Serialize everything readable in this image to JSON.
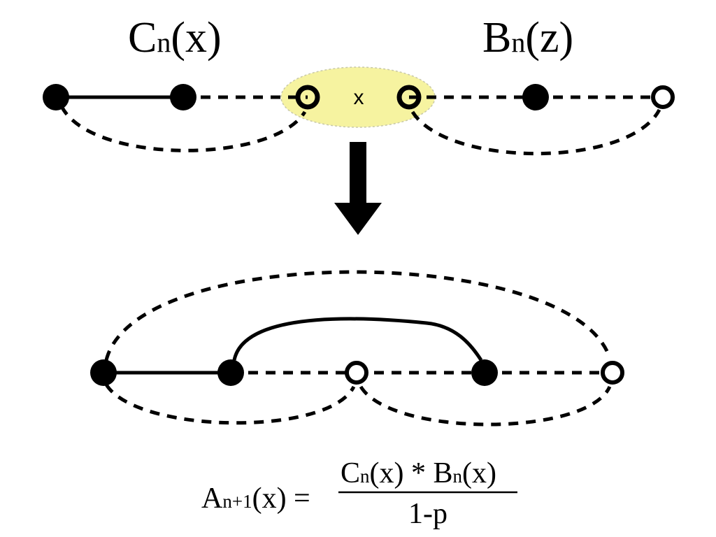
{
  "labels": {
    "c": {
      "main": "C",
      "sub": "n",
      "arg": "(x)"
    },
    "b": {
      "main": "B",
      "sub": "n",
      "arg": "(z)"
    },
    "merge_marker": "x"
  },
  "formula": {
    "lhs_main": "A",
    "lhs_sub": "n+1",
    "lhs_arg": "(x) =",
    "num_c_main": "C",
    "num_c_sub": "n",
    "num_c_arg": "(x) * ",
    "num_b_main": "B",
    "num_b_sub": "n",
    "num_b_arg": "(x)",
    "denominator": "1-p"
  },
  "colors": {
    "highlight_fill": "#f6f3a0",
    "highlight_stroke": "#c8c8a8",
    "ink": "#000000"
  }
}
